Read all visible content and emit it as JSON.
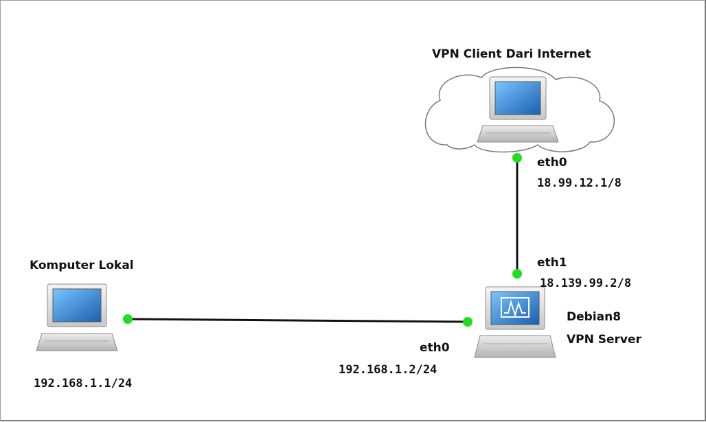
{
  "diagram": {
    "nodes": {
      "client": {
        "title": "VPN Client Dari Internet",
        "icon": "laptop-in-cloud-icon"
      },
      "local": {
        "title": "Komputer Lokal",
        "ip": "192.168.1.1/24",
        "icon": "laptop-icon"
      },
      "server": {
        "name": "Debian8",
        "role": "VPN Server",
        "icon": "server-laptop-icon"
      }
    },
    "interfaces": {
      "client_eth0": {
        "name": "eth0",
        "ip": "18.99.12.1/8"
      },
      "server_eth1": {
        "name": "eth1",
        "ip": "18.139.99.2/8"
      },
      "server_eth0": {
        "name": "eth0",
        "ip": "192.168.1.2/24"
      }
    },
    "links": [
      {
        "from": "client_eth0",
        "to": "server_eth1"
      },
      {
        "from": "local",
        "to": "server_eth0"
      }
    ],
    "colors": {
      "port": "#22dd22",
      "link": "#111111",
      "cloud_stroke": "#777777",
      "screen": "#2a7fd0"
    }
  }
}
